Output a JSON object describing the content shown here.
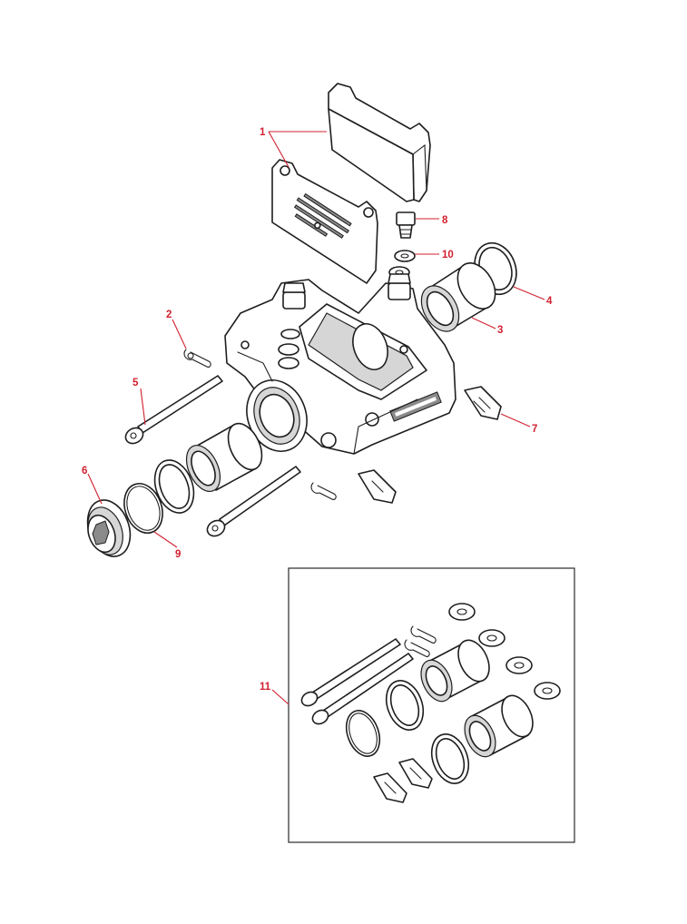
{
  "callouts": {
    "c1": "1",
    "c2": "2",
    "c3": "3",
    "c4": "4",
    "c5": "5",
    "c6": "6",
    "c7": "7",
    "c8": "8",
    "c9": "9",
    "c10": "10",
    "c11": "11"
  },
  "colors": {
    "callout": "#d2202f",
    "line": "#1e1e1e"
  }
}
